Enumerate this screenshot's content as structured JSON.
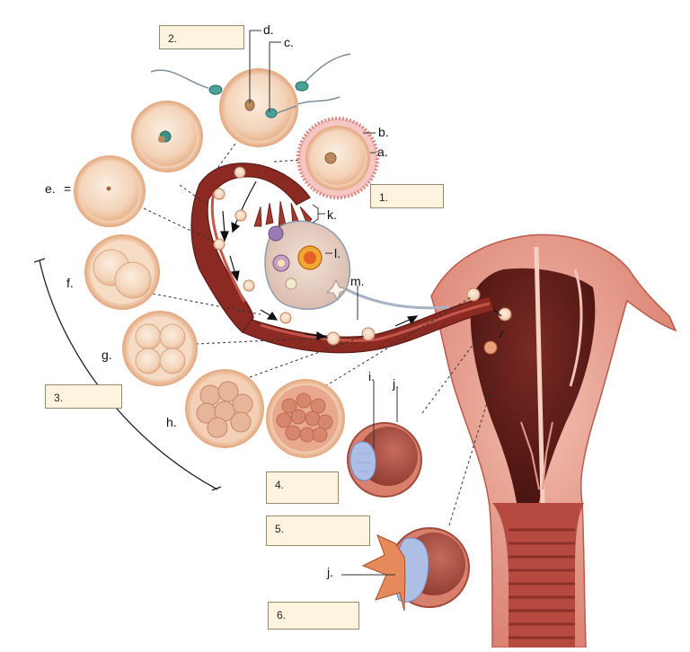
{
  "diagram": {
    "boxes": [
      {
        "id": "box-1",
        "text": "1."
      },
      {
        "id": "box-2",
        "text": "2."
      },
      {
        "id": "box-3",
        "text": "3."
      },
      {
        "id": "box-4",
        "text": "4."
      },
      {
        "id": "box-5",
        "text": "5."
      },
      {
        "id": "box-6",
        "text": "6."
      }
    ],
    "labels": {
      "a": "a.",
      "b": "b.",
      "c": "c.",
      "d": "d.",
      "e": "e.",
      "e_equals": "=",
      "f": "f.",
      "g": "g.",
      "h": "h.",
      "i": "i.",
      "j_top": "j.",
      "j_bottom": "j.",
      "k": "k.",
      "l": "l.",
      "m": "m."
    },
    "colors": {
      "tissue_pink": "#e9a392",
      "tissue_dark": "#8a2a22",
      "cell_cream": "#f6dcc4",
      "zona_rim": "#ecc19c",
      "inner_mass_blue": "#aebfe6",
      "label_box_fill": "#fdf3df",
      "label_box_border": "#9a8a6c"
    }
  }
}
